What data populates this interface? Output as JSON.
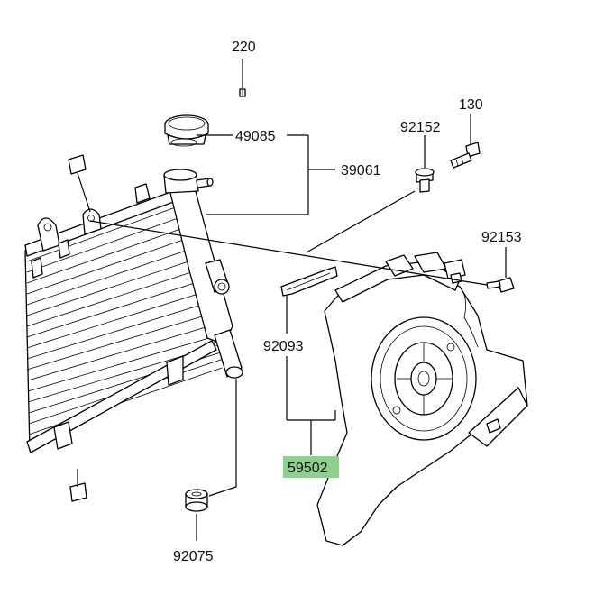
{
  "colors": {
    "background": "#ffffff",
    "line": "#000000",
    "label_text": "#111111",
    "highlight": "#8fcf8f"
  },
  "labels": {
    "p220": "220",
    "p49085": "49085",
    "p39061": "39061",
    "p92152": "92152",
    "p130": "130",
    "p92153": "92153",
    "p92093": "92093",
    "p59502": "59502",
    "p92075": "92075"
  },
  "highlighted_part": "59502"
}
